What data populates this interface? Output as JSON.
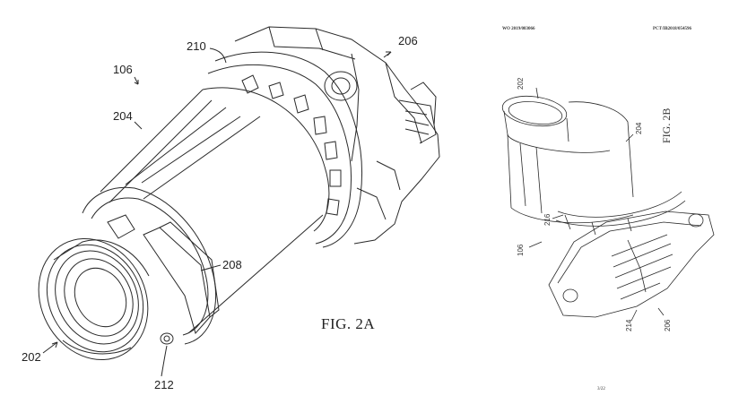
{
  "header": {
    "left": "WO 2019/083066",
    "right": "PCT/IB2018/054596"
  },
  "fig_2a": {
    "caption": "FIG. 2A",
    "labels": {
      "l106": "106",
      "l204": "204",
      "l210": "210",
      "l206": "206",
      "l208": "208",
      "l202": "202",
      "l212": "212"
    }
  },
  "fig_2b": {
    "caption": "FIG. 2B",
    "labels": {
      "l202": "202",
      "l204": "204",
      "l216": "216",
      "l106": "106",
      "l214": "214",
      "l206": "206"
    }
  },
  "page_number": "3/22"
}
